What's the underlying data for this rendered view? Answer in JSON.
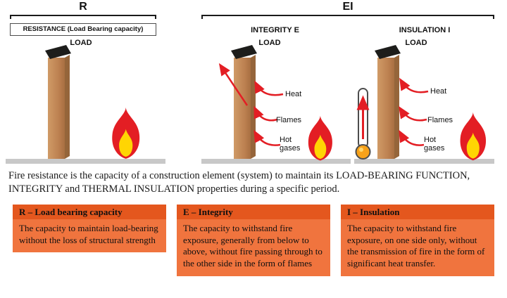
{
  "diagram": {
    "r_group": {
      "bracket_label": "R",
      "title": "RESISTANCE (Load Bearing capacity)",
      "load_label": "LOAD"
    },
    "ei_group": {
      "bracket_label": "EI",
      "integrity": {
        "title": "INTEGRITY E",
        "load_label": "LOAD",
        "labels": {
          "heat": "Heat",
          "flames": "Flames",
          "hot_gases": "Hot gases"
        }
      },
      "insulation": {
        "title": "INSULATION I",
        "load_label": "LOAD",
        "labels": {
          "heat": "Heat",
          "flames": "Flames",
          "hot_gases": "Hot gases"
        }
      }
    }
  },
  "description": "Fire resistance is the capacity of a construction element (system) to maintain its LOAD-BEARING FUNCTION, INTEGRITY and THERMAL INSULATION properties during a specific period.",
  "cards": [
    {
      "title": "R – Load bearing capacity",
      "body": "The capacity to maintain load-bearing without the loss of structural strength"
    },
    {
      "title": "E – Integrity",
      "body": "The capacity to withstand fire exposure, generally from below to above, without fire passing through to the other side in the form of flames"
    },
    {
      "title": "I – Insulation",
      "body": "The capacity to withstand fire exposure, on one side only, without the transmission of fire in the form of significant heat transfer."
    }
  ],
  "colors": {
    "card_body_bg": "#f0743e",
    "card_title_bg": "#e4571e",
    "flame_red": "#e31e24",
    "flame_yellow": "#ffd503",
    "column_front": "#bc8050",
    "column_side": "#95653a",
    "column_cap": "#1d1d1b",
    "ground_gray": "#c8c8c8",
    "arrow_red": "#e31e24",
    "thermometer_bulb": "#f7a21a"
  }
}
